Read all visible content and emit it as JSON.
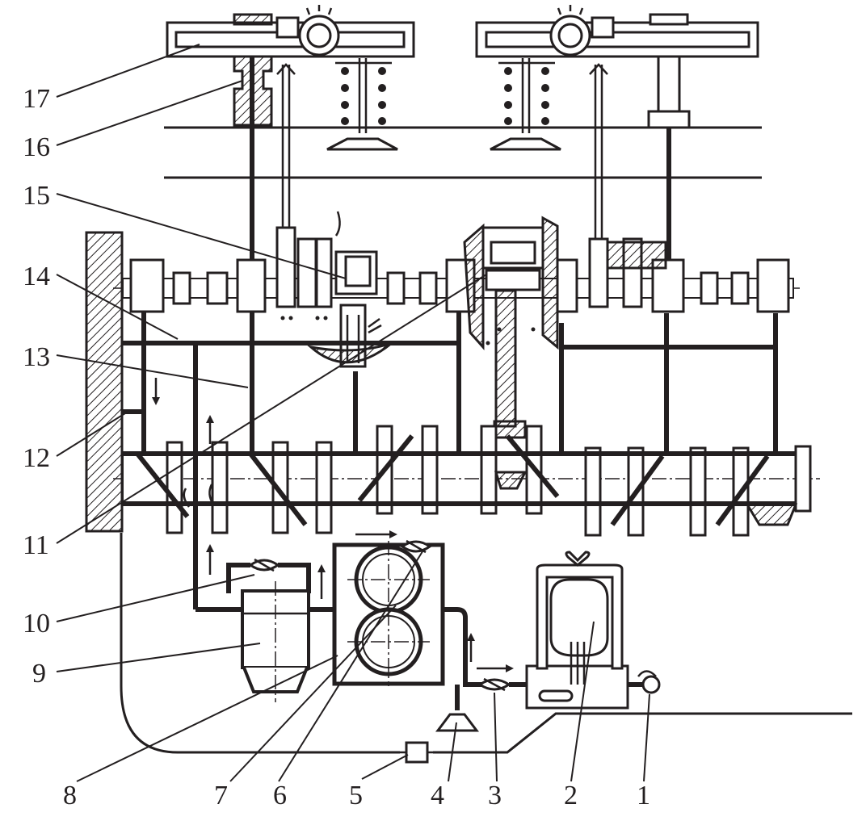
{
  "labels": [
    {
      "id": "1",
      "text": "1"
    },
    {
      "id": "2",
      "text": "2"
    },
    {
      "id": "3",
      "text": "3"
    },
    {
      "id": "4",
      "text": "4"
    },
    {
      "id": "5",
      "text": "5"
    },
    {
      "id": "6",
      "text": "6"
    },
    {
      "id": "7",
      "text": "7"
    },
    {
      "id": "8",
      "text": "8"
    },
    {
      "id": "9",
      "text": "9"
    },
    {
      "id": "10",
      "text": "10"
    },
    {
      "id": "11",
      "text": "11"
    },
    {
      "id": "12",
      "text": "12"
    },
    {
      "id": "13",
      "text": "13"
    },
    {
      "id": "14",
      "text": "14"
    },
    {
      "id": "15",
      "text": "15"
    },
    {
      "id": "16",
      "text": "16"
    },
    {
      "id": "17",
      "text": "17"
    }
  ],
  "colors": {
    "ink": "#231f20",
    "background": "#ffffff"
  }
}
